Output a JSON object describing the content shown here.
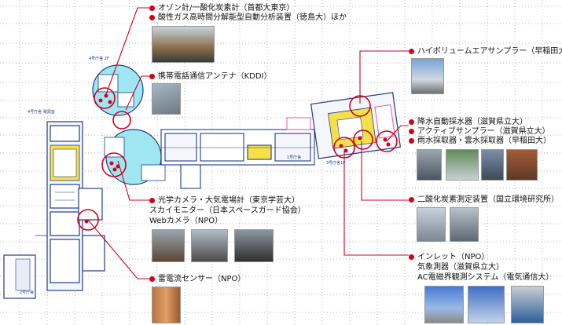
{
  "labels": {
    "ozone": "オゾン計/一酸化炭素計（首都大東京）",
    "acid_gas": "酸性ガス高時間分解能型自動分析装置（徳島大）ほか",
    "antenna": "携帯電話通信アンテナ（KDDI）",
    "camera": "光学カメラ・大気電場計（東京学芸大）",
    "sky_monitor": "スカイモニター（日本スペースガード協会）",
    "web_camera": "Webカメラ（NPO）",
    "lightning": "雷電流センサー（NPO）",
    "high_volume": "ハイボリュームエアサンプラー（早稲田大）",
    "precip_auto": "降水自動採水器（滋賀県立大）",
    "active_sampler": "アクティブサンプラー（滋賀県立大）",
    "rain_cloud": "雨水採取器・雲水採取器（早稲田大）",
    "co2": "二酸化炭素測定装置（国立環境研究所）",
    "inlet": "インレット（NPO）",
    "weather": "気象測器（滋賀県立大）",
    "ac_em": "AC電磁界観測システム（電気通信大）"
  },
  "map_text": {
    "bldg4_2f": "4号庁舎 2F",
    "bldg4_fukuro": "4号庁舎 電源室",
    "bldg2": "2号庁舎",
    "bldg3_1f": "3号庁舎1F",
    "bldg1": "1号庁舎"
  },
  "colors": {
    "leader": "#d0021b",
    "grid": "#9a9a9a",
    "wall": "#1f3c8a",
    "room_yellow": "#f5e04a",
    "room_cyan": "#9fe6f2",
    "room_magenta": "#e35bb0"
  }
}
